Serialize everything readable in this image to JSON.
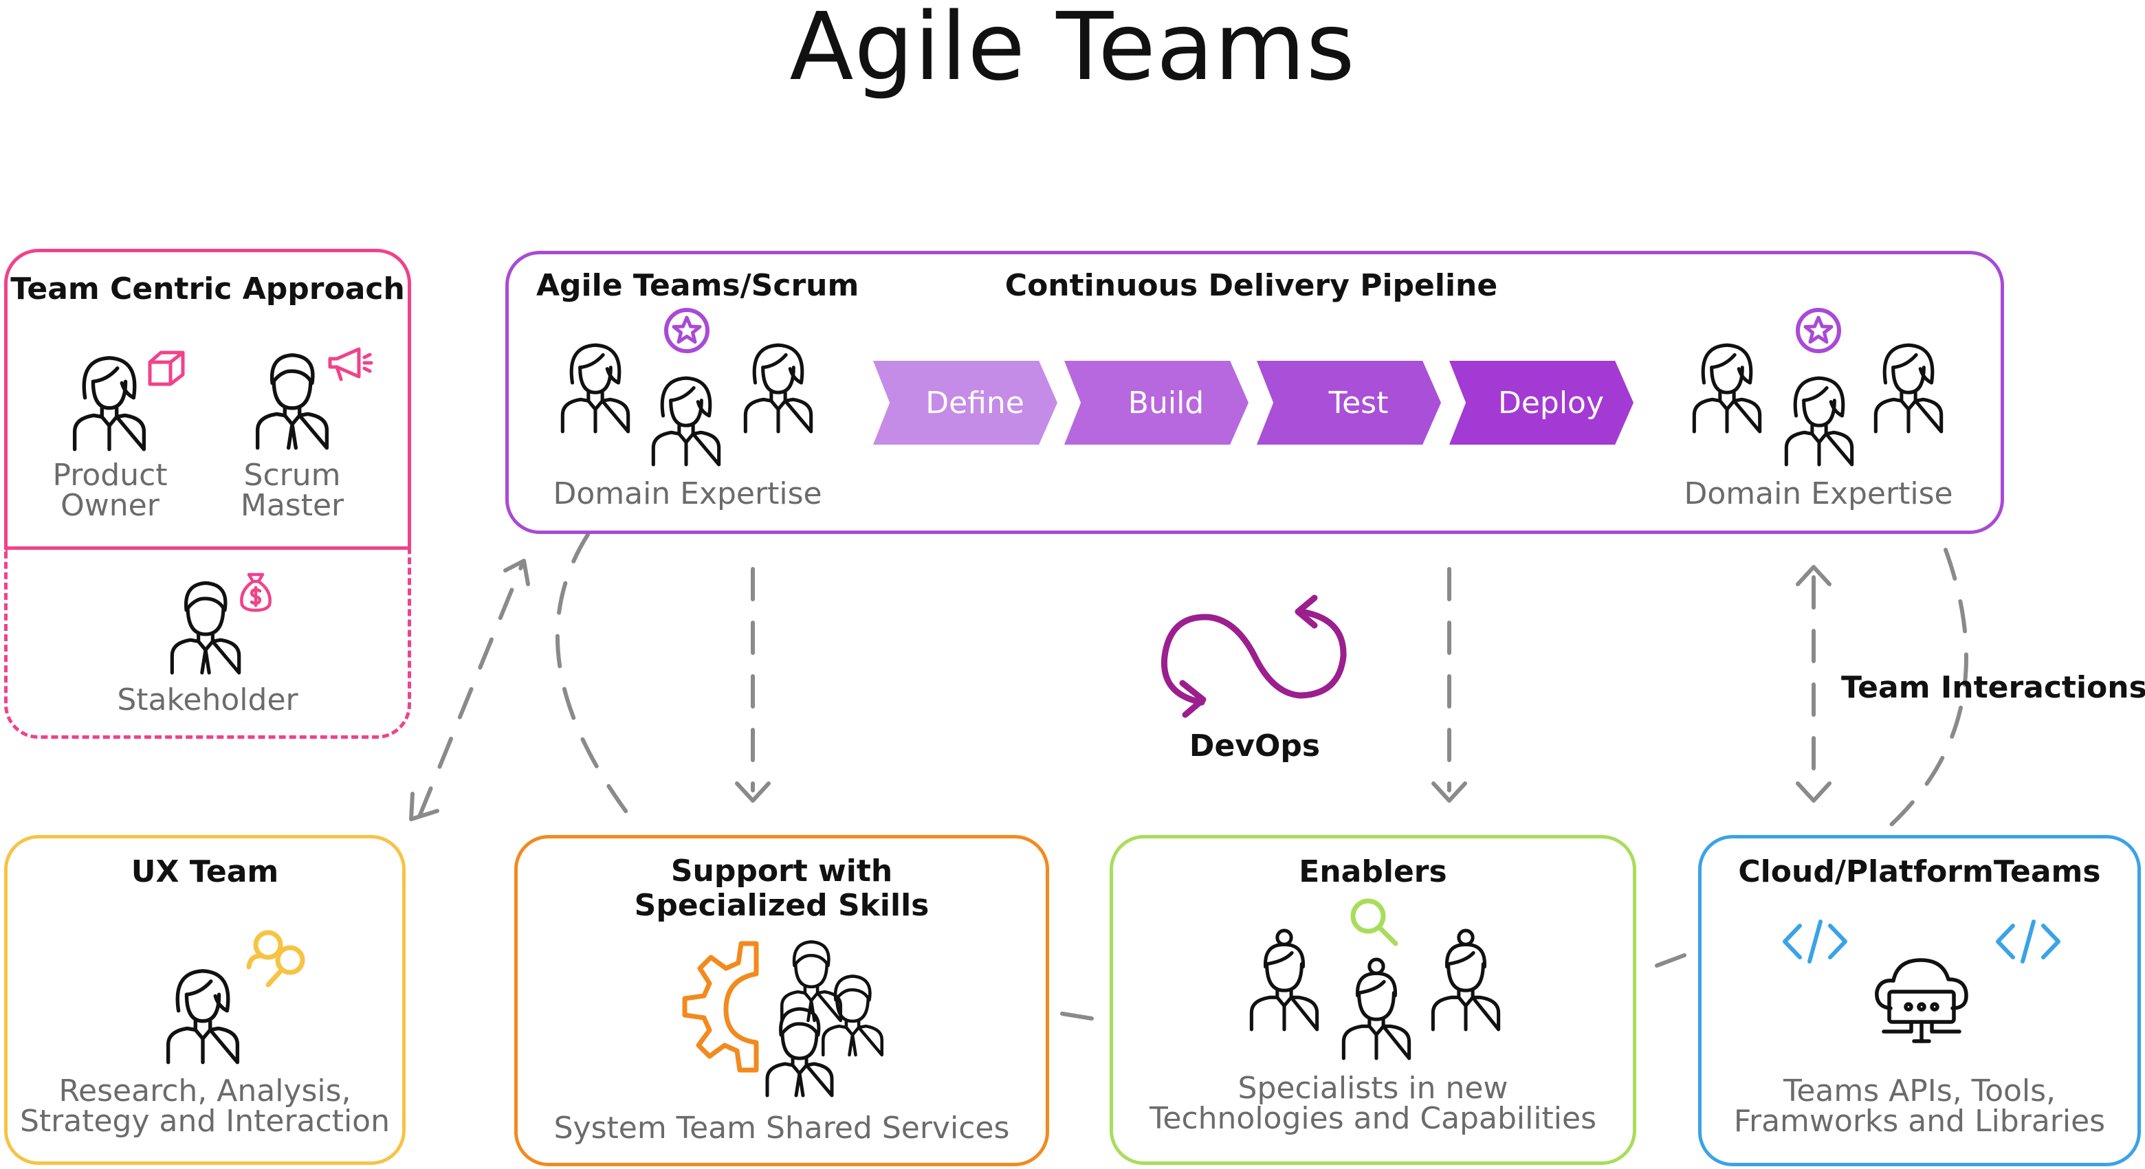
{
  "title": "Agile Teams",
  "colors": {
    "pink": "#f0428a",
    "purple": "#a94ad6",
    "yellow": "#f6c343",
    "orange": "#f28a1e",
    "green": "#a8dd5a",
    "blue": "#3aa3e6",
    "dashed": "#8a8a8a",
    "devops": "#9b1f8f"
  },
  "team_centric": {
    "heading": "Team Centric Approach",
    "product_owner": [
      "Product",
      "Owner"
    ],
    "scrum_master": [
      "Scrum",
      "Master"
    ],
    "stakeholder": "Stakeholder"
  },
  "pipeline_box": {
    "left_heading": "Agile Teams/Scrum",
    "center_heading": "Continuous Delivery Pipeline",
    "left_label": "Domain Expertise",
    "right_label": "Domain Expertise",
    "stages": [
      "Define",
      "Build",
      "Test",
      "Deploy"
    ]
  },
  "devops": {
    "label": "DevOps"
  },
  "team_interactions": "Team Interactions",
  "ux": {
    "heading": "UX Team",
    "label": [
      "Research, Analysis,",
      "Strategy and Interaction"
    ]
  },
  "support": {
    "heading": [
      "Support with",
      "Specialized Skills"
    ],
    "label": "System Team Shared Services"
  },
  "enablers": {
    "heading": "Enablers",
    "label": [
      "Specialists in new",
      "Technologies and Capabilities"
    ]
  },
  "cloud": {
    "heading": "Cloud/PlatformTeams",
    "label": [
      "Teams APIs, Tools,",
      "Framworks and Libraries"
    ]
  },
  "icons": [
    "person-icon",
    "box-icon",
    "megaphone-icon",
    "money-bag-icon",
    "star-badge-icon",
    "search-people-icon",
    "gear-icon",
    "magnifier-icon",
    "code-icon",
    "cloud-server-icon",
    "devops-loop-icon"
  ]
}
